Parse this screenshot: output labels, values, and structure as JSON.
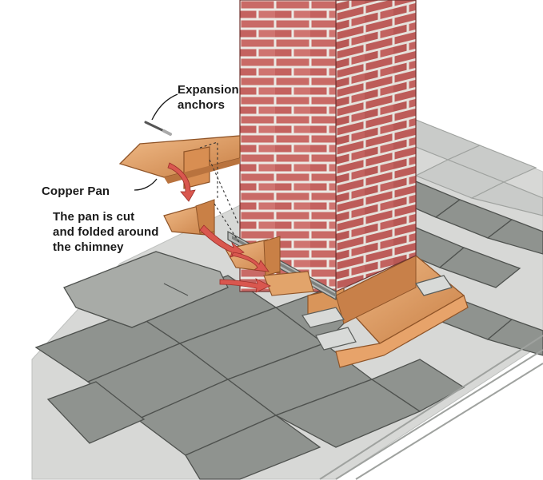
{
  "labels": {
    "expansion_anchors": [
      "Expansion",
      "anchors"
    ],
    "copper_pan": "Copper Pan",
    "cut_fold": [
      "The pan is cut",
      "and folded around",
      "the chimney"
    ]
  },
  "colors": {
    "brick": "#c96a66",
    "mortar": "#ece9e4",
    "shingle": "#8f938f",
    "shingle_light": "#a8aba7",
    "copper": "#d9955a",
    "copper_light": "#ebb07c",
    "arrow": "#d9574f",
    "roof_deck": "#d7d8d6"
  }
}
